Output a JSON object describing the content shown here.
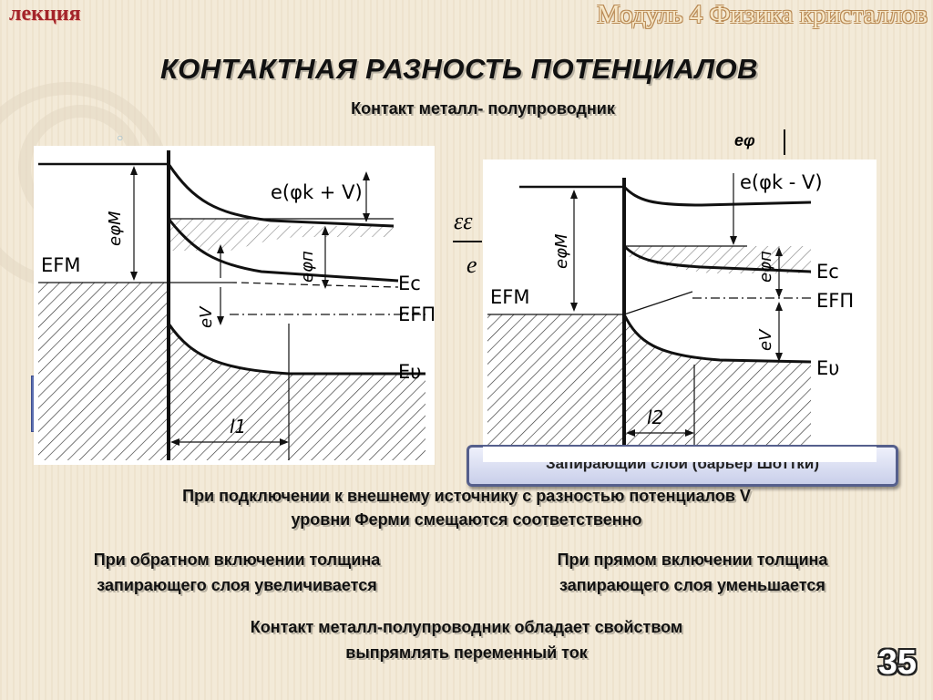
{
  "header": {
    "lecture_label": "лекция",
    "module_label": "Модуль 4 Физика кристаллов"
  },
  "title": "КОНТАКТНАЯ РАЗНОСТЬ ПОТЕНЦИАЛОВ",
  "subtitle": "Контакт металл- полупроводник",
  "bullet": "○",
  "left_diagram": {
    "label_potential": "e(φk + V)",
    "label_phi_m": "eφM",
    "label_phi_p": "eφп",
    "label_efm": "EFM",
    "label_ec": "Ec",
    "label_efp": "EFП",
    "label_ev_energy": "Eυ",
    "label_ev": "eV",
    "label_width": "l1"
  },
  "right_diagram": {
    "label_potential": "e(φk - V)",
    "label_phi_m": "eφM",
    "label_phi_p": "eφп",
    "label_efm": "EFM",
    "label_ec": "Ec",
    "label_efp": "EFП",
    "label_ev_energy": "Eυ",
    "label_ev": "eV",
    "label_width": "l2"
  },
  "hidden_fragments": {
    "formula_fragment": "εε",
    "formula_denominator": "e",
    "top_fragment": "eφ"
  },
  "lock_layer_button": "Запирающий слой (барьер Шоттки)",
  "text": {
    "line1": "При подключении к внешнему источнику с разностью потенциалов  V",
    "line2": "уровни Ферми смещаются соответственно",
    "reverse_1": "При обратном включении толщина",
    "reverse_2": "запирающего слоя увеличивается",
    "forward_1": "При прямом включении толщина",
    "forward_2": "запирающего слоя уменьшается",
    "conclusion_1": "Контакт металл-полупроводник обладает свойством",
    "conclusion_2": "выпрямлять переменный ток"
  },
  "page_number": "35",
  "colors": {
    "background": "#f3ead8",
    "lecture": "#a3242a",
    "button_border": "#555f8c"
  }
}
